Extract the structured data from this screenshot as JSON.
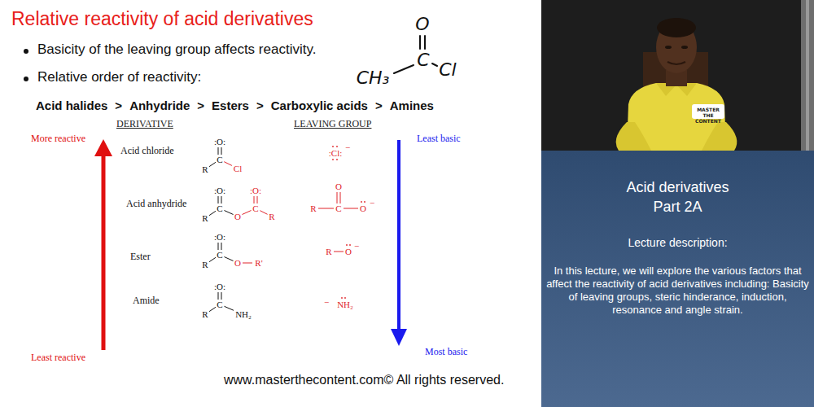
{
  "diagram": {
    "title": "Relative reactivity of acid derivatives",
    "nodes": [
      {
        "text": [
          "Acid derivatives",
          "Part 2A",
          "Lecture description:",
          "In this lecture, we will explore the various factors that affect the reactivity of acid derivatives including: Basicity of leaving groups, steric hinderance, induction, resonance and angle strain."
        ]
      }
    ],
    "labels": [
      "Basicity of the leaving group affects reactivity.",
      "Relative order of reactivity:",
      "O",
      "C",
      "CH₃",
      "Cl",
      "Acid halides",
      ">",
      "Anhydride",
      ">",
      "Esters",
      ">",
      "Carboxylic acids",
      ">",
      "Amines",
      "DERIVATIVE",
      "LEAVING GROUP",
      "More reactive",
      "Least basic",
      "Acid chloride",
      ":O:",
      "C",
      "R",
      "Cl",
      ":Cl:",
      "−",
      "Acid anhydride",
      ":O:",
      "C",
      "R",
      "O",
      ":O:",
      "C",
      "R",
      "O",
      "R",
      "C",
      "O",
      "−",
      "Ester",
      ":O:",
      "C",
      "R",
      "O",
      "R'",
      "R",
      "O",
      "−",
      "Amide",
      ":O:",
      "C",
      "R",
      "NH₂",
      "−",
      "NH₂",
      "Least reactive",
      "Most basic",
      "www.masterthecontent.com© All rights reserved.",
      "MASTER THE CONTENT"
    ]
  }
}
